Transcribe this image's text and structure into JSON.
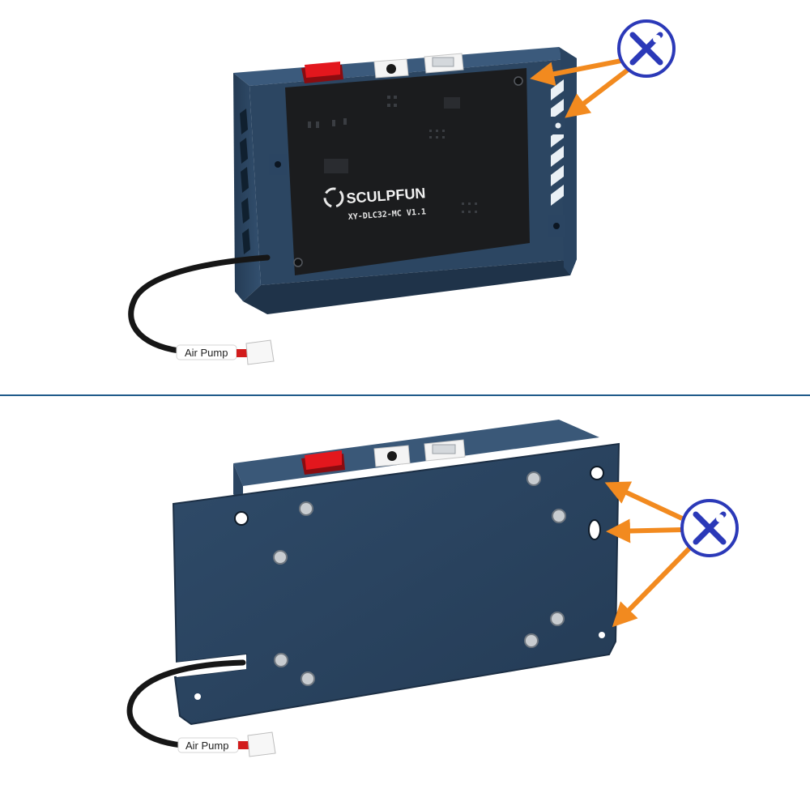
{
  "top_panel": {
    "brand": "SCULPFUN",
    "model": "XY-DLC32-MC  V1.1",
    "cable_label": "Air Pump",
    "tool_icon": "screwdriver-wrench-icon"
  },
  "bottom_panel": {
    "cable_label": "Air Pump",
    "tool_icon": "screwdriver-wrench-icon"
  },
  "colors": {
    "enclosure": "#2e4966",
    "enclosure_dark": "#1f3349",
    "pcb": "#1b1c1e",
    "switch": "#d8151b",
    "arrow": "#f28a1f",
    "badge": "#2b39b8",
    "divider": "#1f5a8a"
  }
}
